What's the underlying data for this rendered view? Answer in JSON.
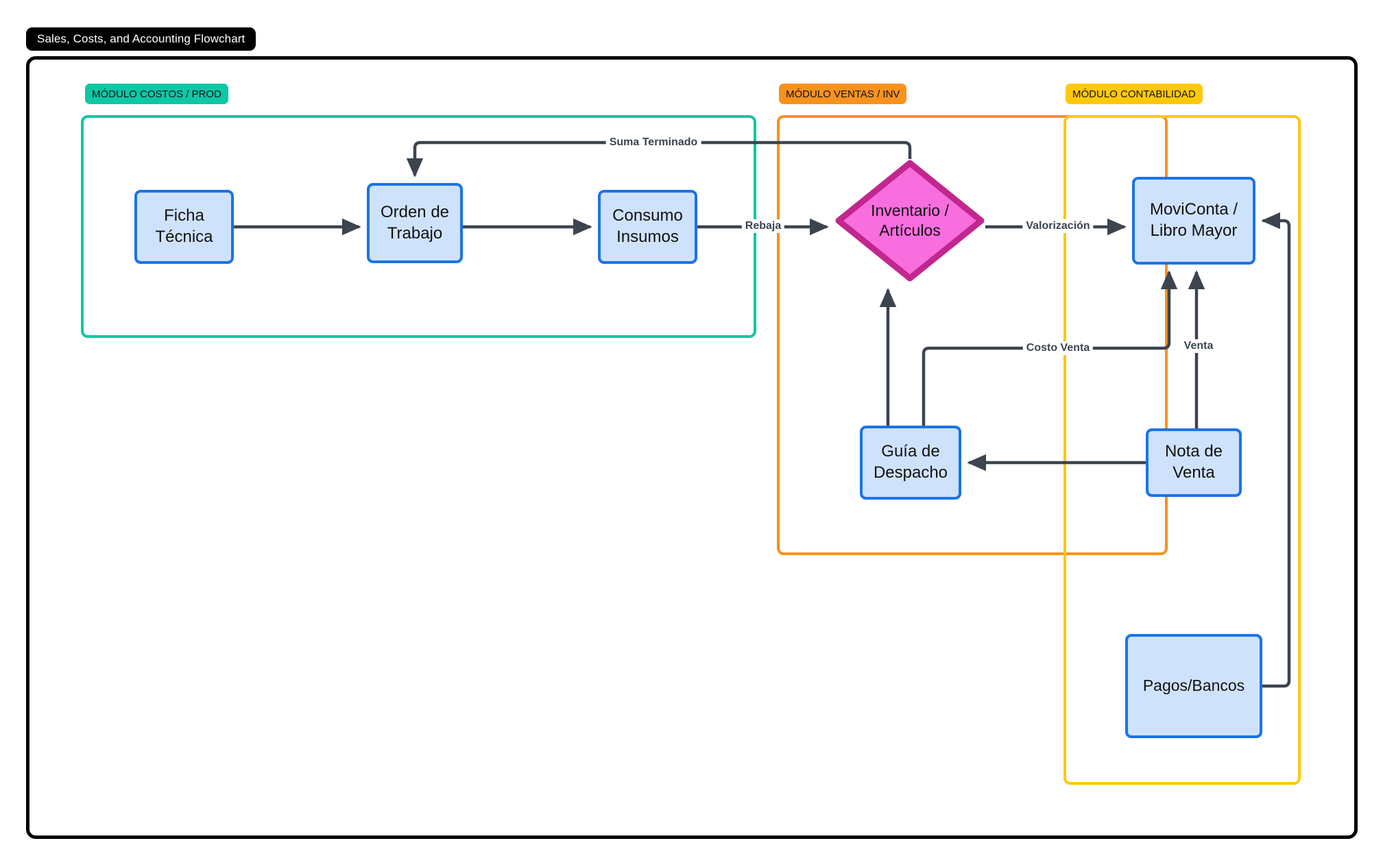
{
  "title": "Sales, Costs, and Accounting Flowchart",
  "colors": {
    "frame": "#000000",
    "node_fill": "#cfe2fc",
    "node_border": "#1a73e8",
    "decision_fill": "#f86ede",
    "decision_border": "#c2268f",
    "edge": "#3c4450",
    "module_costos": "#0ec7a6",
    "module_ventas": "#f7921e",
    "module_contabilidad": "#ffc809"
  },
  "modules": [
    {
      "id": "costos",
      "label": "MÓDULO COSTOS / PROD"
    },
    {
      "id": "ventas",
      "label": "MÓDULO VENTAS / INV"
    },
    {
      "id": "contabilidad",
      "label": "MÓDULO CONTABILIDAD"
    }
  ],
  "nodes": [
    {
      "id": "ficha_tecnica",
      "label": "Ficha\nTécnica",
      "shape": "process",
      "module": "costos"
    },
    {
      "id": "orden_trabajo",
      "label": "Orden de\nTrabajo",
      "shape": "process",
      "module": "costos"
    },
    {
      "id": "consumo_insumos",
      "label": "Consumo\nInsumos",
      "shape": "process",
      "module": "costos"
    },
    {
      "id": "inventario",
      "label": "Inventario /\nArtículos",
      "shape": "decision",
      "module": "ventas"
    },
    {
      "id": "guia_despacho",
      "label": "Guía de\nDespacho",
      "shape": "process",
      "module": "ventas"
    },
    {
      "id": "moviconta",
      "label": "MoviConta /\nLibro Mayor",
      "shape": "process",
      "module": "contabilidad"
    },
    {
      "id": "nota_venta",
      "label": "Nota de\nVenta",
      "shape": "process",
      "module": "contabilidad"
    },
    {
      "id": "pagos_bancos",
      "label": "Pagos/Bancos",
      "shape": "process",
      "module": "contabilidad"
    }
  ],
  "edges": [
    {
      "id": "e1",
      "from": "ficha_tecnica",
      "to": "orden_trabajo",
      "label": ""
    },
    {
      "id": "e2",
      "from": "orden_trabajo",
      "to": "consumo_insumos",
      "label": ""
    },
    {
      "id": "e3",
      "from": "consumo_insumos",
      "to": "inventario",
      "label": "Rebaja"
    },
    {
      "id": "e4",
      "from": "inventario",
      "to": "moviconta",
      "label": "Valorización"
    },
    {
      "id": "e5",
      "from": "inventario",
      "to": "orden_trabajo",
      "label": "Suma Terminado"
    },
    {
      "id": "e6",
      "from": "guia_despacho",
      "to": "inventario",
      "label": ""
    },
    {
      "id": "e7",
      "from": "guia_despacho",
      "to": "moviconta",
      "label": "Costo Venta"
    },
    {
      "id": "e8",
      "from": "nota_venta",
      "to": "moviconta",
      "label": "Venta"
    },
    {
      "id": "e9",
      "from": "nota_venta",
      "to": "guia_despacho",
      "label": ""
    },
    {
      "id": "e10",
      "from": "pagos_bancos",
      "to": "moviconta",
      "label": ""
    }
  ],
  "edge_labels": {
    "suma_terminado": "Suma Terminado",
    "rebaja": "Rebaja",
    "valorizacion": "Valorización",
    "costo_venta": "Costo Venta",
    "venta": "Venta"
  }
}
